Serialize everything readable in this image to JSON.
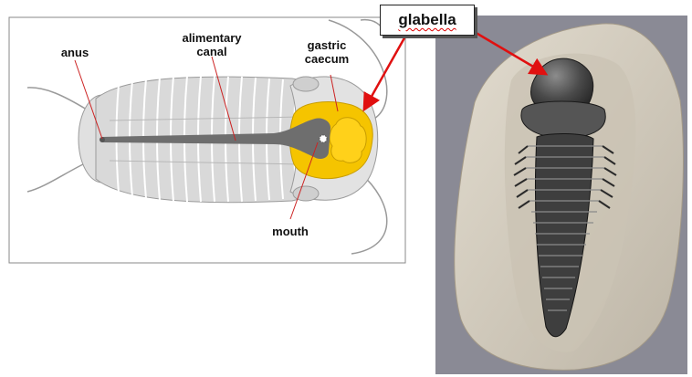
{
  "labels": {
    "anus": "anus",
    "alimentary_canal": "alimentary\ncanal",
    "gastric_caecum": "gastric\ncaecum",
    "mouth": "mouth",
    "glabella": "glabella"
  },
  "colors": {
    "body_fill": "#d9d9d9",
    "gut": "#6e6e6e",
    "caecum": "#f5c400",
    "pointer_line": "#cc2222",
    "arrow": "#e01010",
    "matrix": "#d8d1c4",
    "fossil": "#3e3e3e",
    "photo_bg": "#8a8a95"
  }
}
